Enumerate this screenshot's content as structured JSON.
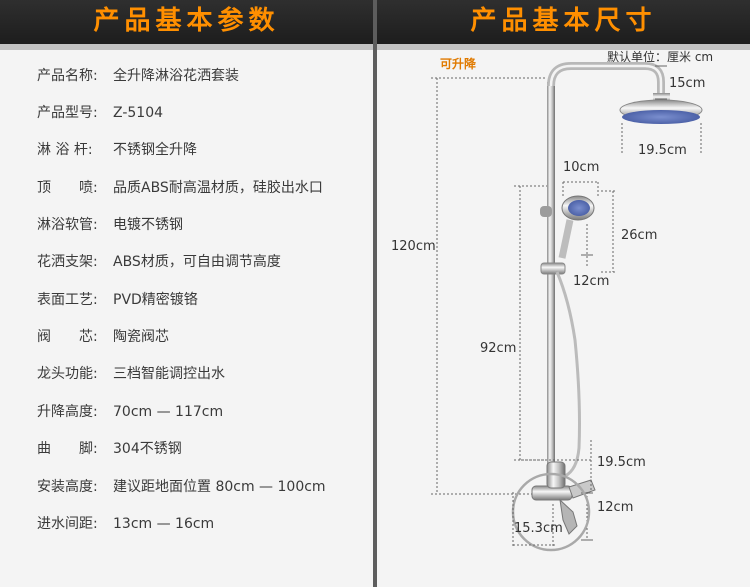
{
  "left_panel": {
    "title": "产品基本参数",
    "specs": [
      {
        "label": "产品名称:",
        "value": "全升降淋浴花洒套装"
      },
      {
        "label": "产品型号:",
        "value": "Z-5104"
      },
      {
        "label": "淋 浴 杆:",
        "value": "不锈钢全升降"
      },
      {
        "label": "顶　　喷:",
        "value": "品质ABS耐高温材质，硅胶出水口"
      },
      {
        "label": "淋浴软管:",
        "value": "电镀不锈钢"
      },
      {
        "label": "花洒支架:",
        "value": "ABS材质，可自由调节高度"
      },
      {
        "label": "表面工艺:",
        "value": "PVD精密镀铬"
      },
      {
        "label": "阀　　芯:",
        "value": "陶瓷阀芯"
      },
      {
        "label": "龙头功能:",
        "value": "三档智能调控出水"
      },
      {
        "label": "升降高度:",
        "value": "70cm — 117cm"
      },
      {
        "label": "曲　　脚:",
        "value": "304不锈钢"
      },
      {
        "label": "安装高度:",
        "value": "建议距地面位置 80cm — 100cm"
      },
      {
        "label": "进水间距:",
        "value": "13cm — 16cm"
      }
    ]
  },
  "right_panel": {
    "title": "产品基本尺寸",
    "unit_note": "默认单位：厘米 cm",
    "tag": "可升降",
    "dimensions": {
      "top_drop": "15cm",
      "head_diameter": "19.5cm",
      "hand_head_width": "10cm",
      "hand_holder_height": "26cm",
      "bracket_offset": "12cm",
      "total_height": "120cm",
      "slide_height": "92cm",
      "mixer_height": "19.5cm",
      "mixer_depth": "12cm",
      "inlet_spacing": "15.3cm"
    }
  },
  "colors": {
    "background": "#5d5d5d",
    "panel": "#f4f4f4",
    "banner": "#262626",
    "title": "#ff8f00",
    "tag": "#e07a00"
  }
}
